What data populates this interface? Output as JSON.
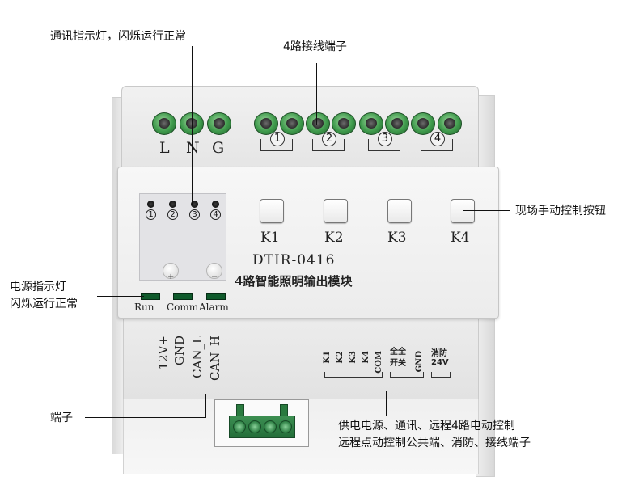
{
  "callouts": {
    "comm_indicator": "通讯指示灯，闪烁运行正常",
    "terminals_4": "4路接线端子",
    "manual_button": "现场手动控制按钮",
    "power_indicator_line1": "电源指示灯",
    "power_indicator_line2": "闪烁运行正常",
    "terminal": "端子",
    "bottom_line1": "供电电源、通讯、远程4路电动控制",
    "bottom_line2": "远程点动控制公共端、消防、接线端子"
  },
  "device": {
    "power_terminals": [
      "L",
      "N",
      "G"
    ],
    "relay_numbers": [
      "1",
      "2",
      "3",
      "4"
    ],
    "indicator_numbers": [
      "1",
      "2",
      "3",
      "4"
    ],
    "pot_labels": [
      "+",
      "−"
    ],
    "buttons": [
      "K1",
      "K2",
      "K3",
      "K4"
    ],
    "model": "DTIR-0416",
    "model_name": "4路智能照明输出模块",
    "status_leds": [
      "Run",
      "Comm",
      "Alarm"
    ],
    "bottom_left_labels": [
      "12V+",
      "GND",
      "CAN_L",
      "CAN_H"
    ],
    "control_labels": [
      "K1",
      "K2",
      "K3",
      "K4",
      "COM"
    ],
    "all_on_off_top": "全全",
    "all_on_off_bottom": "开关",
    "gnd_label": "GND",
    "fire_label": "消防",
    "fire_voltage": "24V",
    "colors": {
      "terminal_green": "#3f9a4c",
      "status_led": "#0f5a2b",
      "body": "#ececec"
    }
  }
}
